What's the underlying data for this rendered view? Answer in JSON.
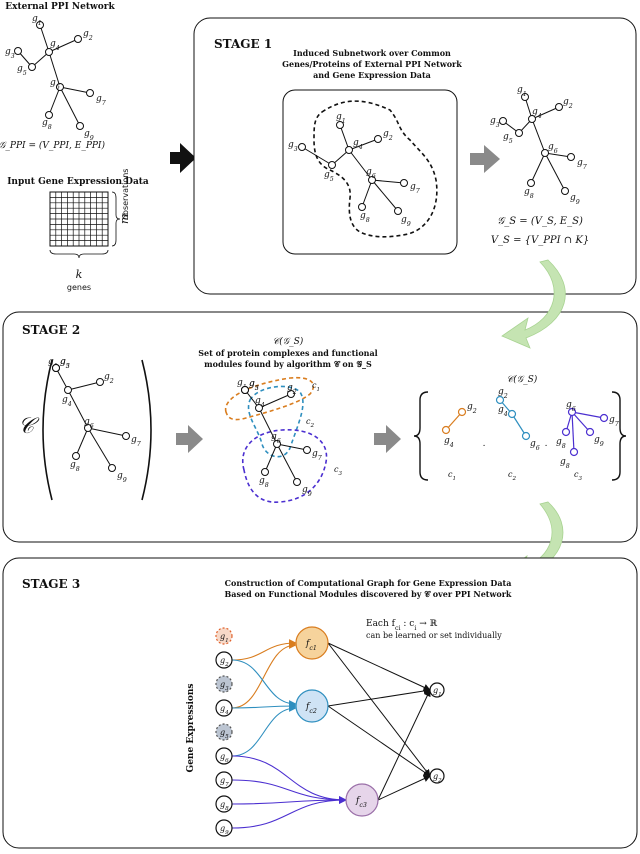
{
  "left": {
    "ppi_title": "External PPI Network",
    "ppi_formula": "𝒢_PPI = (V_PPI, E_PPI)",
    "expr_title": "Input Gene Expression Data",
    "m_label": "m",
    "observations_label": "observations",
    "k_label": "k",
    "genes_label": "genes"
  },
  "stage1": {
    "title": "STAGE 1",
    "caption": [
      "Induced Subnetwork over Common",
      "Genes/Proteins of External PPI Network",
      "and Gene Expression Data"
    ],
    "formula1": "𝒢_S = (V_S, E_S)",
    "formula2": "V_S = {V_PPI ∩ K}"
  },
  "stage2": {
    "title": "STAGE 2",
    "c_symbol": "𝒞",
    "caption_line1": "𝒞(𝒢_S)",
    "caption_line2": "Set of protein complexes and functional",
    "caption_line3": "modules found by algorithm 𝒞 on 𝒢_S",
    "result_label": "𝒞(𝒢_S)",
    "cluster_labels": [
      "c1",
      "c2",
      "c3"
    ],
    "dots": [
      ".",
      "."
    ]
  },
  "stage3": {
    "title": "STAGE 3",
    "caption_line1": "Construction of Computational Graph for Gene Expression Data",
    "caption_line2": "Based on Functional Modules discovered by 𝒞 over PPI Network",
    "note_line1": "Each f_ci : c_i → ℝ",
    "note_line2": "can be learned or set individually",
    "axis_label": "Gene Expressions"
  },
  "genes": [
    "g1",
    "g2",
    "g3",
    "g4",
    "g5",
    "g6",
    "g7",
    "g8",
    "g9"
  ],
  "colors": {
    "c1": "#d97d1f",
    "c2": "#2f8fbf",
    "c3": "#4b2fd0",
    "f1_fill": "#f6d39c",
    "f2_fill": "#cfe3f5",
    "f3_fill": "#e6d5ea",
    "g1_fill": "#f7d9c8",
    "g1_stroke": "#e0602a",
    "grey_fill": "#bcc5d2",
    "arrow_green": "#c5e4b2",
    "arrow_grey": "#8a8a8a"
  },
  "icons": [
    "right-arrow-black-icon",
    "right-arrow-grey-icon",
    "curved-arrow-green-icon"
  ]
}
